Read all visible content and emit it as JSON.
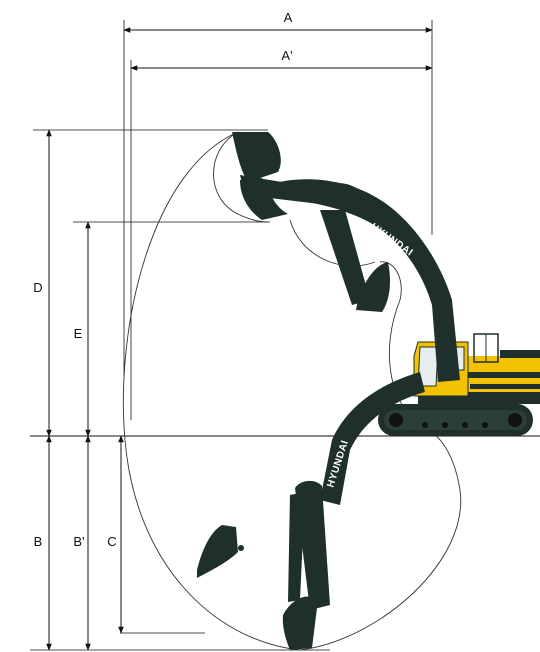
{
  "labels": {
    "A": "A",
    "A_prime": "A'",
    "D": "D",
    "E": "E",
    "B": "B",
    "B_prime": "B'",
    "C": "C"
  },
  "brand": "HYUNDAI",
  "colors": {
    "machine_body": "#1f2f2b",
    "cab_yellow": "#f2c200",
    "line": "#111111"
  }
}
